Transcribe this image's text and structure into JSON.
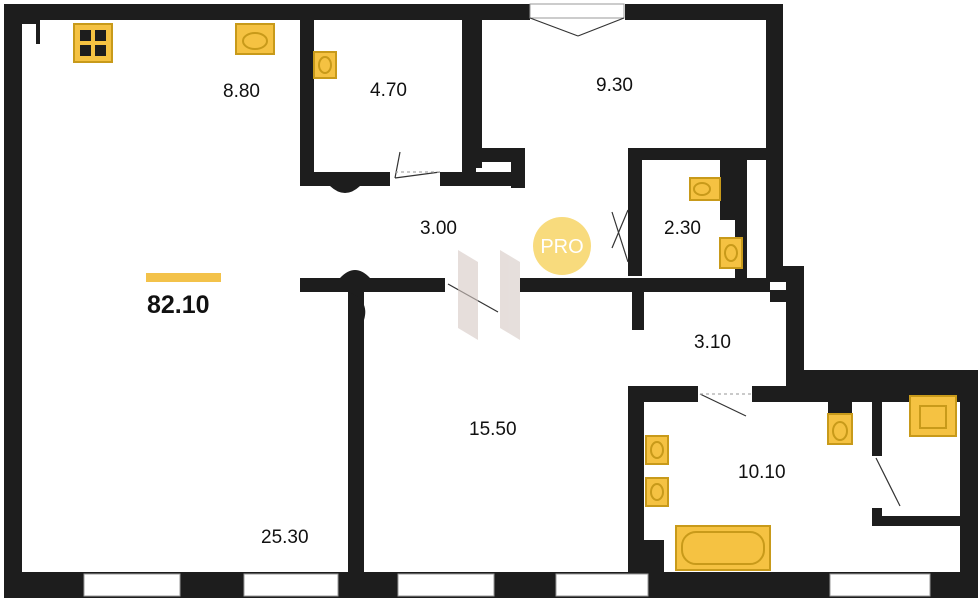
{
  "colors": {
    "wall": "#1d1d1d",
    "fixture_fill": "#f5c242",
    "fixture_stroke": "#c89a1a",
    "total_bar": "#f3c24a",
    "pro_badge": "#f8db7d",
    "window_frame": "#9a9a9a"
  },
  "plan": {
    "total_area": "82.10",
    "rooms": [
      {
        "name": "room-kitchen",
        "area": "8.80"
      },
      {
        "name": "room-pantry",
        "area": "4.70"
      },
      {
        "name": "room-entrance",
        "area": "9.30"
      },
      {
        "name": "room-corridor",
        "area": "3.00"
      },
      {
        "name": "room-wc",
        "area": "2.30"
      },
      {
        "name": "room-living",
        "area": "25.30"
      },
      {
        "name": "room-bedroom",
        "area": "15.50"
      },
      {
        "name": "room-hall",
        "area": "3.10"
      },
      {
        "name": "room-bathroom",
        "area": "10.10"
      }
    ],
    "badge": "PRO"
  }
}
